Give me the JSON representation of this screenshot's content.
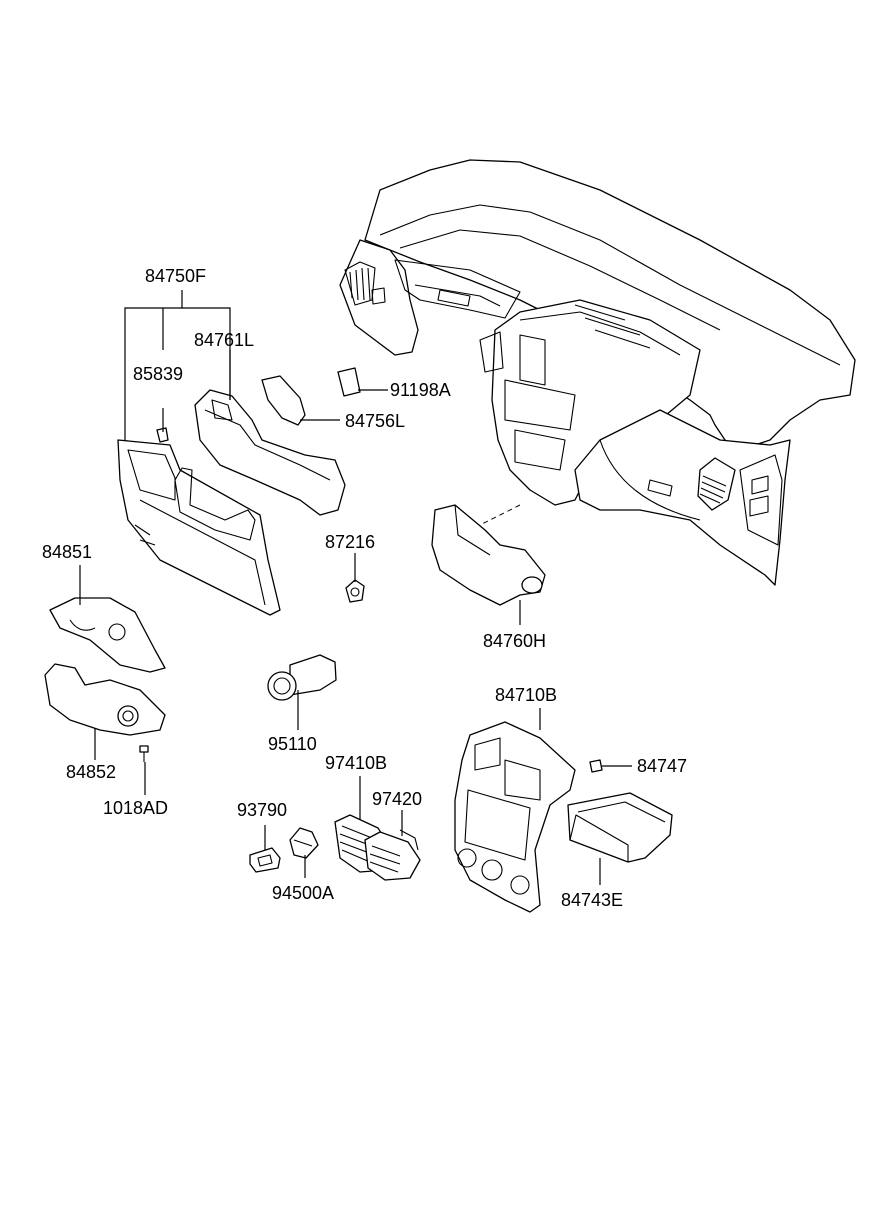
{
  "labels": {
    "p84750F": "84750F",
    "p84761L": "84761L",
    "p85839": "85839",
    "p91198A": "91198A",
    "p84756L": "84756L",
    "p87216": "87216",
    "p84851": "84851",
    "p84760H": "84760H",
    "p84710B": "84710B",
    "p95110": "95110",
    "p84852": "84852",
    "p97410B": "97410B",
    "p84747": "84747",
    "p1018AD": "1018AD",
    "p97420": "97420",
    "p93790": "93790",
    "p94500A": "94500A",
    "p84743E": "84743E"
  }
}
